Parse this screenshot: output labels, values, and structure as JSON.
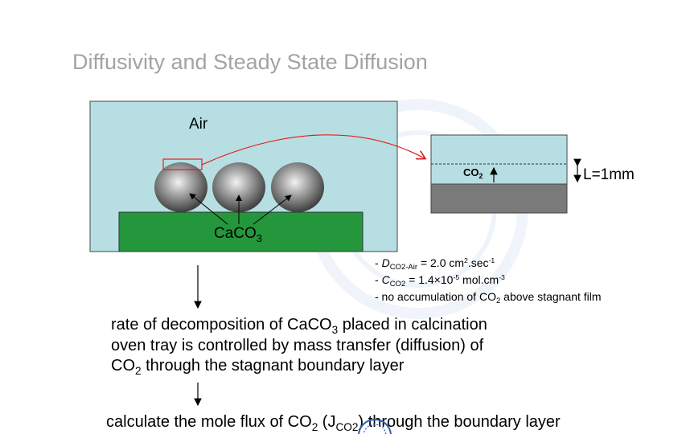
{
  "slide": {
    "title": "Diffusivity and Steady State Diffusion"
  },
  "diagram": {
    "air_label": "Air",
    "caco3_label": {
      "base": "CaCO",
      "sub": "3"
    },
    "co2_label": {
      "base": "CO",
      "sub": "2"
    },
    "thickness_label": "L=1mm"
  },
  "notes": {
    "d_line": {
      "prefix": "- ",
      "symbol": "D",
      "sub": "CO2-Air",
      "value": " = 2.0 cm",
      "unit_sup": "2",
      "unit_rest": ".sec",
      "unit_sup2": "-1"
    },
    "c_line": {
      "prefix": "- ",
      "symbol": "C",
      "sub": "CO2",
      "value": " = 1.4×10",
      "exp": "-5",
      "unit": " mol.cm",
      "unit_sup": "-3"
    },
    "acc_line": {
      "text1": "- no accumulation of CO",
      "sub": "2",
      "text2": " above stagnant film"
    }
  },
  "paragraph": {
    "line1_a": "rate of decomposition of CaCO",
    "line1_sub": "3",
    "line1_b": " placed in calcination",
    "line2": "oven tray is controlled by mass transfer (diffusion) of",
    "line3_a": "CO",
    "line3_sub": "2",
    "line3_b": " through the stagnant boundary layer"
  },
  "calc": {
    "text_a": "calculate the mole flux of CO",
    "sub_a": "2",
    "text_b": " (J",
    "sub_b": "CO2",
    "text_c": ") through the boundary layer"
  },
  "colors": {
    "air": "#b7dfe3",
    "tray": "#24963c",
    "film_base": "#7a7a7a",
    "arrow_red": "#e02020",
    "title_gray": "#a3a3a3"
  }
}
